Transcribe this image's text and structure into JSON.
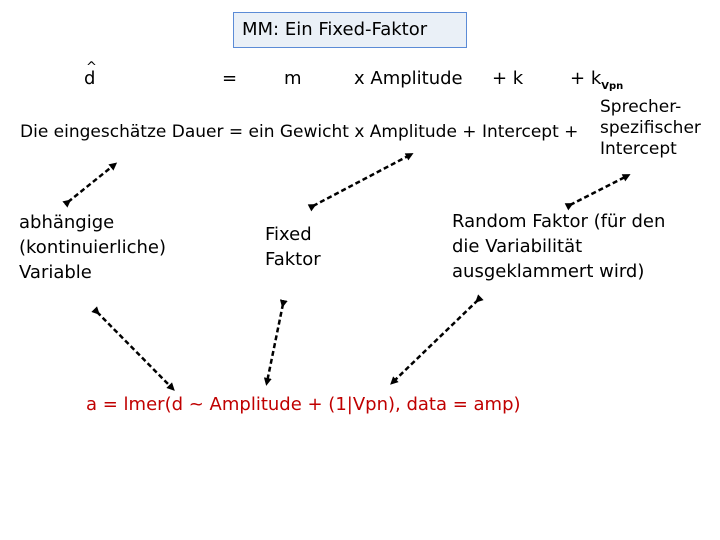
{
  "title": "MM: Ein Fixed-Faktor",
  "formula": {
    "d": "d",
    "hat": "^",
    "equals": "=",
    "m": "m",
    "x_amplitude": "x Amplitude",
    "plus_k": "+ k",
    "plus_k_vpn_plus": "+",
    "k": "k",
    "vpn_subscript": "Vpn"
  },
  "sentence": "Die eingeschätze Dauer = ein Gewicht x Amplitude + Intercept +",
  "speaker_intercept": [
    "Sprecher-",
    "spezifischer",
    "Intercept"
  ],
  "labels": {
    "dependent": [
      "abhängige",
      "(kontinuierliche)",
      "Variable"
    ],
    "fixed": [
      "Fixed",
      "Faktor"
    ],
    "random": [
      "Random Faktor (für den",
      "die Variabilität",
      "ausgeklammert wird)"
    ]
  },
  "code": "a = lmer(d ~ Amplitude + (1|Vpn), data = amp)",
  "colors": {
    "title_box_fill": "#eaf0f7",
    "title_box_border": "#5b8bd6",
    "code_text": "#c00000",
    "text": "#000000"
  }
}
